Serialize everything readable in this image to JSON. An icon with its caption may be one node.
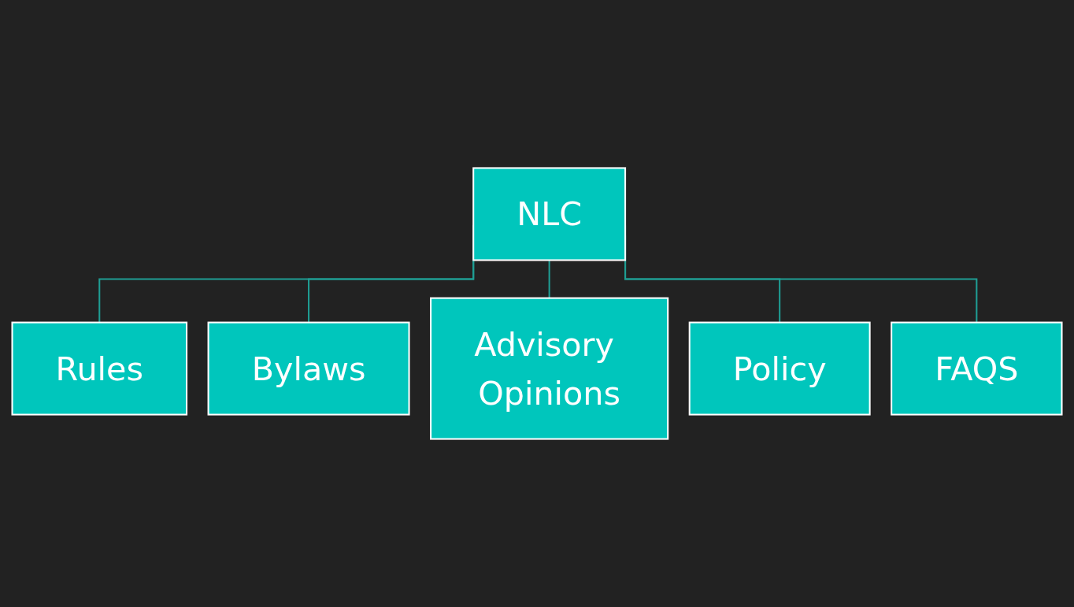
{
  "diagram": {
    "nodes": [
      {
        "text": [
          "NLC"
        ]
      },
      {
        "text": [
          "Rules"
        ]
      },
      {
        "text": [
          "Bylaws"
        ]
      },
      {
        "text": [
          "Advisory Opinions"
        ]
      },
      {
        "text": [
          "Policy"
        ]
      },
      {
        "text": [
          "FAQS"
        ]
      }
    ],
    "edges": [
      {
        "from": 0,
        "to": 1,
        "arrow": "none"
      },
      {
        "from": 0,
        "to": 2,
        "arrow": "none"
      },
      {
        "from": 0,
        "to": 3,
        "arrow": "none"
      },
      {
        "from": 0,
        "to": 4,
        "arrow": "none"
      },
      {
        "from": 0,
        "to": 5,
        "arrow": "none"
      }
    ]
  }
}
